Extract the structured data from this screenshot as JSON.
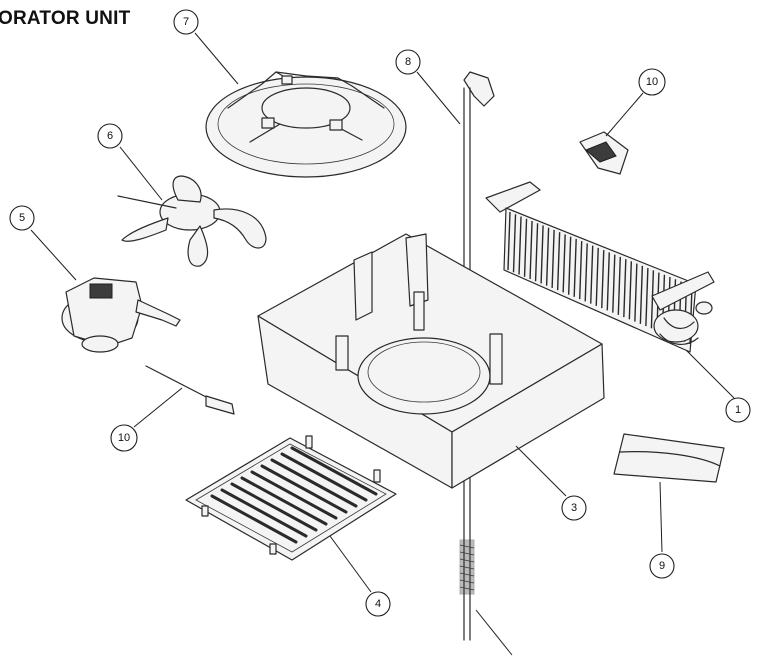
{
  "title": "ORATOR UNIT",
  "callouts": [
    {
      "id": "c7",
      "label": "7"
    },
    {
      "id": "c8",
      "label": "8"
    },
    {
      "id": "c10a",
      "label": "10"
    },
    {
      "id": "c6",
      "label": "6"
    },
    {
      "id": "c5",
      "label": "5"
    },
    {
      "id": "c1",
      "label": "1"
    },
    {
      "id": "c10b",
      "label": "10"
    },
    {
      "id": "c3",
      "label": "3"
    },
    {
      "id": "c9",
      "label": "9"
    },
    {
      "id": "c4",
      "label": "4"
    }
  ]
}
